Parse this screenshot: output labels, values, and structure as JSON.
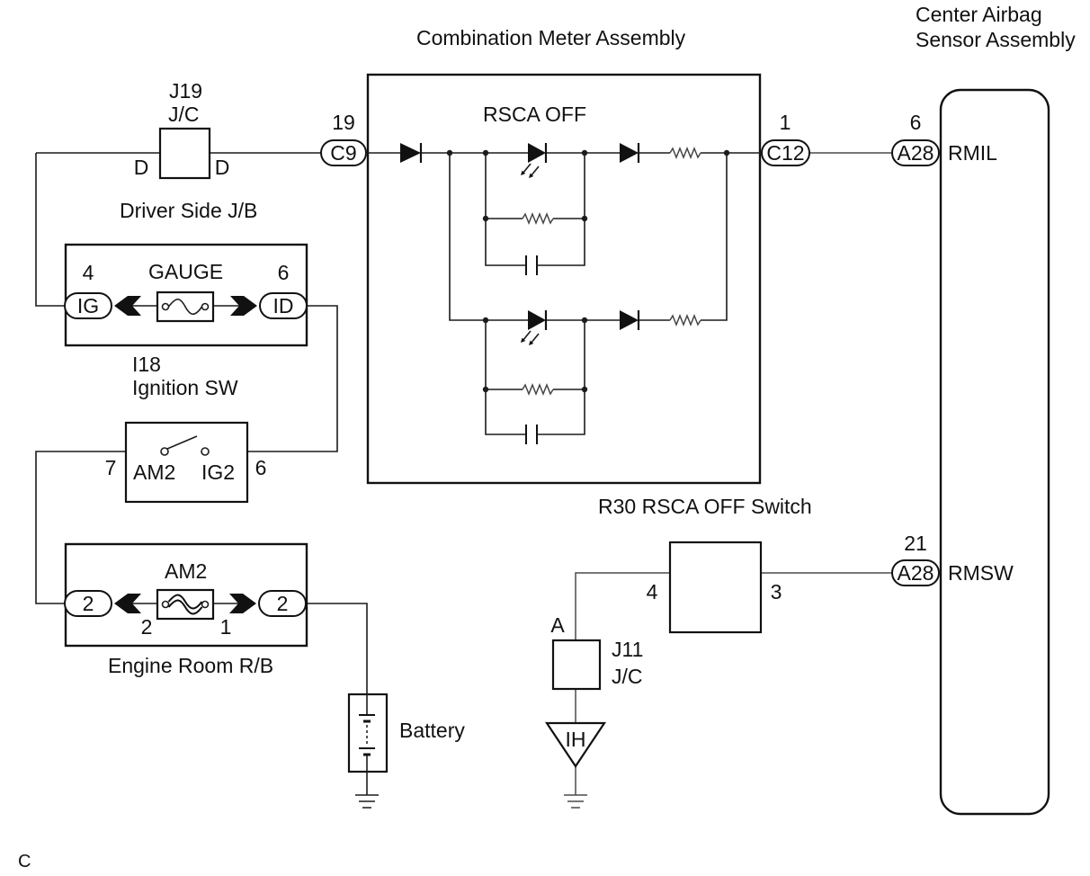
{
  "figure_label": "C",
  "combination_meter": {
    "label": "Combination Meter Assembly",
    "indicator_label": "RSCA OFF",
    "input_connector": {
      "pin": "19",
      "connector": "C9"
    },
    "output_connector": {
      "pin": "1",
      "connector": "C12"
    }
  },
  "airbag_sensor": {
    "label_line1": "Center Airbag",
    "label_line2": "Sensor Assembly",
    "rmil": {
      "pin": "6",
      "connector": "A28",
      "terminal": "RMIL"
    },
    "rmsw": {
      "pin": "21",
      "connector": "A28",
      "terminal": "RMSW"
    }
  },
  "j19": {
    "id": "J19",
    "type": "J/C",
    "pin_left": "D",
    "pin_right": "D"
  },
  "driver_side_jb": {
    "label": "Driver Side J/B",
    "fuse": "GAUGE",
    "left": {
      "pin": "4",
      "connector": "IG"
    },
    "right": {
      "pin": "6",
      "connector": "ID"
    }
  },
  "ignition_switch": {
    "id": "I18",
    "label": "Ignition SW",
    "left": {
      "pin": "7",
      "terminal": "AM2"
    },
    "right": {
      "pin": "6",
      "terminal": "IG2"
    }
  },
  "engine_room_rb": {
    "label": "Engine Room R/B",
    "fuse": "AM2",
    "left": {
      "connector": "2",
      "pin": "2"
    },
    "right": {
      "connector": "2",
      "pin": "1"
    }
  },
  "battery": {
    "label": "Battery"
  },
  "rsca_off_switch": {
    "label": "R30 RSCA OFF Switch",
    "pin_left": "4",
    "pin_right": "3"
  },
  "j11": {
    "pin": "A",
    "id": "J11",
    "type": "J/C"
  },
  "ground_point": {
    "label": "IH"
  }
}
